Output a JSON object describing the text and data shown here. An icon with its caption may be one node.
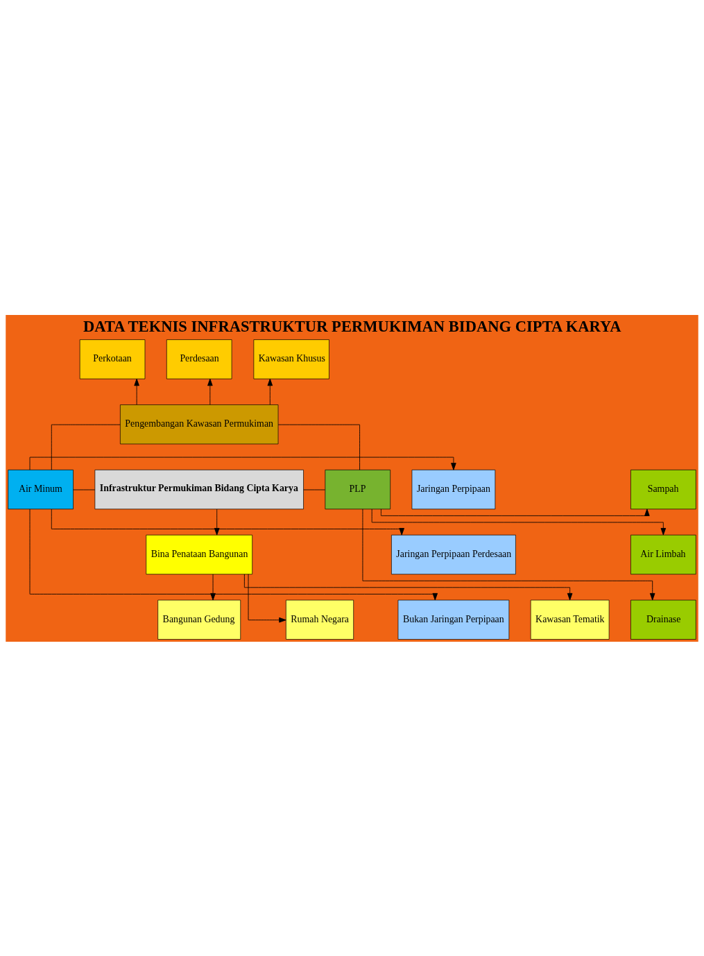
{
  "diagram": {
    "title": "DATA TEKNIS INFRASTRUKTUR PERMUKIMAN BIDANG CIPTA KARYA",
    "nodes": [
      {
        "text": [
          "Perkotaan"
        ]
      },
      {
        "text": [
          "Perdesaan"
        ]
      },
      {
        "text": [
          "Kawasan Khusus"
        ]
      },
      {
        "text": [
          "Pengembangan Kawasan Permukiman"
        ]
      },
      {
        "text": [
          "Jaringan Perpipaan"
        ]
      },
      {
        "text": [
          "Sampah"
        ]
      },
      {
        "text": [
          "Jaringan Perpipaan Perdesaan"
        ]
      },
      {
        "text": [
          "Air Minum"
        ]
      },
      {
        "text": [
          "Infrastruktur Permukiman Bidang Cipta Karya"
        ]
      },
      {
        "text": [
          "PLP"
        ]
      },
      {
        "text": [
          "Air Limbah"
        ]
      },
      {
        "text": [
          "Bukan Jaringan Perpipaan"
        ]
      },
      {
        "text": [
          "Bina Penataan Bangunan"
        ]
      },
      {
        "text": [
          "Drainase"
        ]
      },
      {
        "text": [
          "Rumah Negara"
        ]
      },
      {
        "text": [
          "Bangunan Gedung"
        ]
      },
      {
        "text": [
          "Kawasan Tematik"
        ]
      }
    ],
    "edges": [
      {
        "from": 3,
        "to": 0,
        "arrow": "to"
      },
      {
        "from": 3,
        "to": 1,
        "arrow": "to"
      },
      {
        "from": 3,
        "to": 2,
        "arrow": "to"
      },
      {
        "from": 3,
        "to": 7,
        "arrow": "none"
      },
      {
        "from": 3,
        "to": 9,
        "arrow": "none"
      },
      {
        "from": 7,
        "to": 8,
        "arrow": "none"
      },
      {
        "from": 8,
        "to": 9,
        "arrow": "none"
      },
      {
        "from": 7,
        "to": 4,
        "arrow": "to"
      },
      {
        "from": 7,
        "to": 6,
        "arrow": "to"
      },
      {
        "from": 7,
        "to": 11,
        "arrow": "to"
      },
      {
        "from": 9,
        "to": 5,
        "arrow": "to"
      },
      {
        "from": 9,
        "to": 10,
        "arrow": "to"
      },
      {
        "from": 9,
        "to": 13,
        "arrow": "to"
      },
      {
        "from": 8,
        "to": 12,
        "arrow": "to"
      },
      {
        "from": 12,
        "to": 14,
        "arrow": "to"
      },
      {
        "from": 12,
        "to": 15,
        "arrow": "to"
      },
      {
        "from": 12,
        "to": 16,
        "arrow": "to"
      }
    ]
  }
}
